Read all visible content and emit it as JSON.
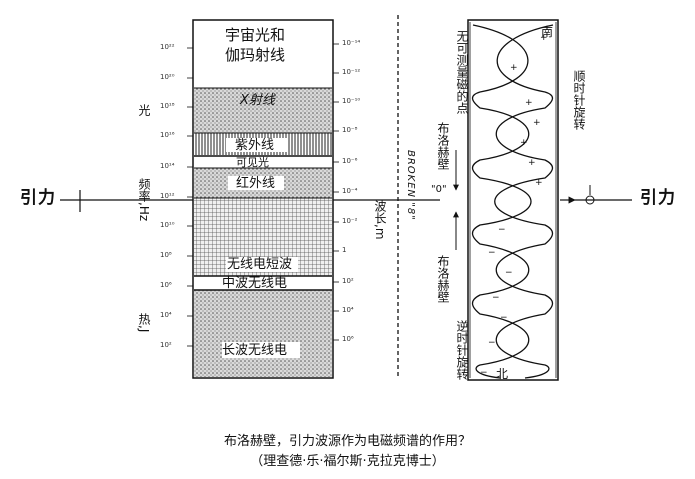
{
  "force_left": "引力",
  "force_right": "引力",
  "spectrum": {
    "top_label_1": "宇宙光和",
    "top_label_2": "伽玛射线",
    "bands": [
      "X射线",
      "紫外线",
      "可见光",
      "红外线",
      "无线电短波",
      "中波无线电",
      "长波无线电"
    ],
    "left_ticks": [
      "10²²",
      "10²⁰",
      "10¹⁸",
      "10¹⁶",
      "10¹⁴",
      "10¹²",
      "10¹⁰",
      "10⁸",
      "10⁶",
      "10⁴",
      "10²"
    ],
    "right_ticks": [
      "10⁻¹⁴",
      "10⁻¹²",
      "10⁻¹⁰",
      "10⁻⁸",
      "10⁻⁶",
      "10⁻⁴",
      "10⁻²",
      "1",
      "10²",
      "10⁴",
      "10⁶"
    ],
    "left_side_top": "光",
    "left_axis": "频率,Hz",
    "left_side_bottom": "热,J",
    "right_axis": "波长,m"
  },
  "middle": {
    "broken_label": "BROKEN \"8\"",
    "zero_label": "\"0\""
  },
  "helix": {
    "bloch_wall_upper": "布洛赫壁",
    "bloch_wall_lower": "布洛赫壁",
    "unmeasurable": "无可测量磁的点",
    "clockwise": "顺时针旋转",
    "counterclockwise": "逆时针旋转",
    "south": "南",
    "north": "北"
  },
  "caption": {
    "line1": "布洛赫壁，引力波源作为电磁频谱的作用？",
    "line2": "（理查德·乐·福尔斯·克拉克博士）"
  }
}
